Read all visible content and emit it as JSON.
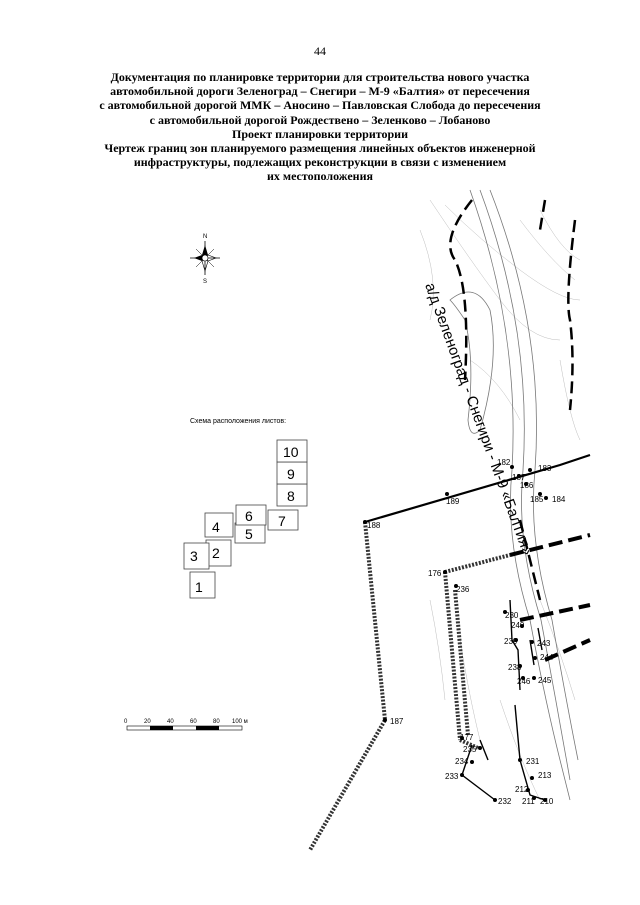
{
  "page_number": "44",
  "title_lines": [
    "Документация по планировке территории для строительства нового участка",
    "автомобильной дороги Зеленоград – Снегири – М-9 «Балтия» от пересечения",
    "с автомобильной дорогой ММК – Аносино – Павловская Слобода до пересечения",
    "с автомобильной дорогой Рождествено – Зеленково – Лобаново",
    "Проект планировки территории",
    "Чертеж границ зон планируемого размещения линейных объектов инженерной",
    "инфраструктуры, подлежащих реконструкции в связи с изменением",
    "их местоположения"
  ],
  "road_label": "а/д Зеленоград - Снегири - М-9 «Балтия»",
  "sheet_scheme": {
    "title": "Схема расположения листов:",
    "sheets": [
      "1",
      "2",
      "3",
      "4",
      "5",
      "6",
      "7",
      "8",
      "9",
      "10"
    ]
  },
  "scale_bar": {
    "labels": [
      "0",
      "20",
      "40",
      "60",
      "80",
      "100 м"
    ]
  },
  "compass": {
    "north": "N",
    "south": "S"
  },
  "points": [
    "182",
    "183",
    "187",
    "186",
    "185",
    "184",
    "189",
    "188",
    "176",
    "236",
    "230",
    "240",
    "239",
    "243",
    "244",
    "238",
    "246",
    "245",
    "177",
    "235",
    "234",
    "233",
    "232",
    "231",
    "213",
    "212",
    "211",
    "210",
    "187"
  ]
}
